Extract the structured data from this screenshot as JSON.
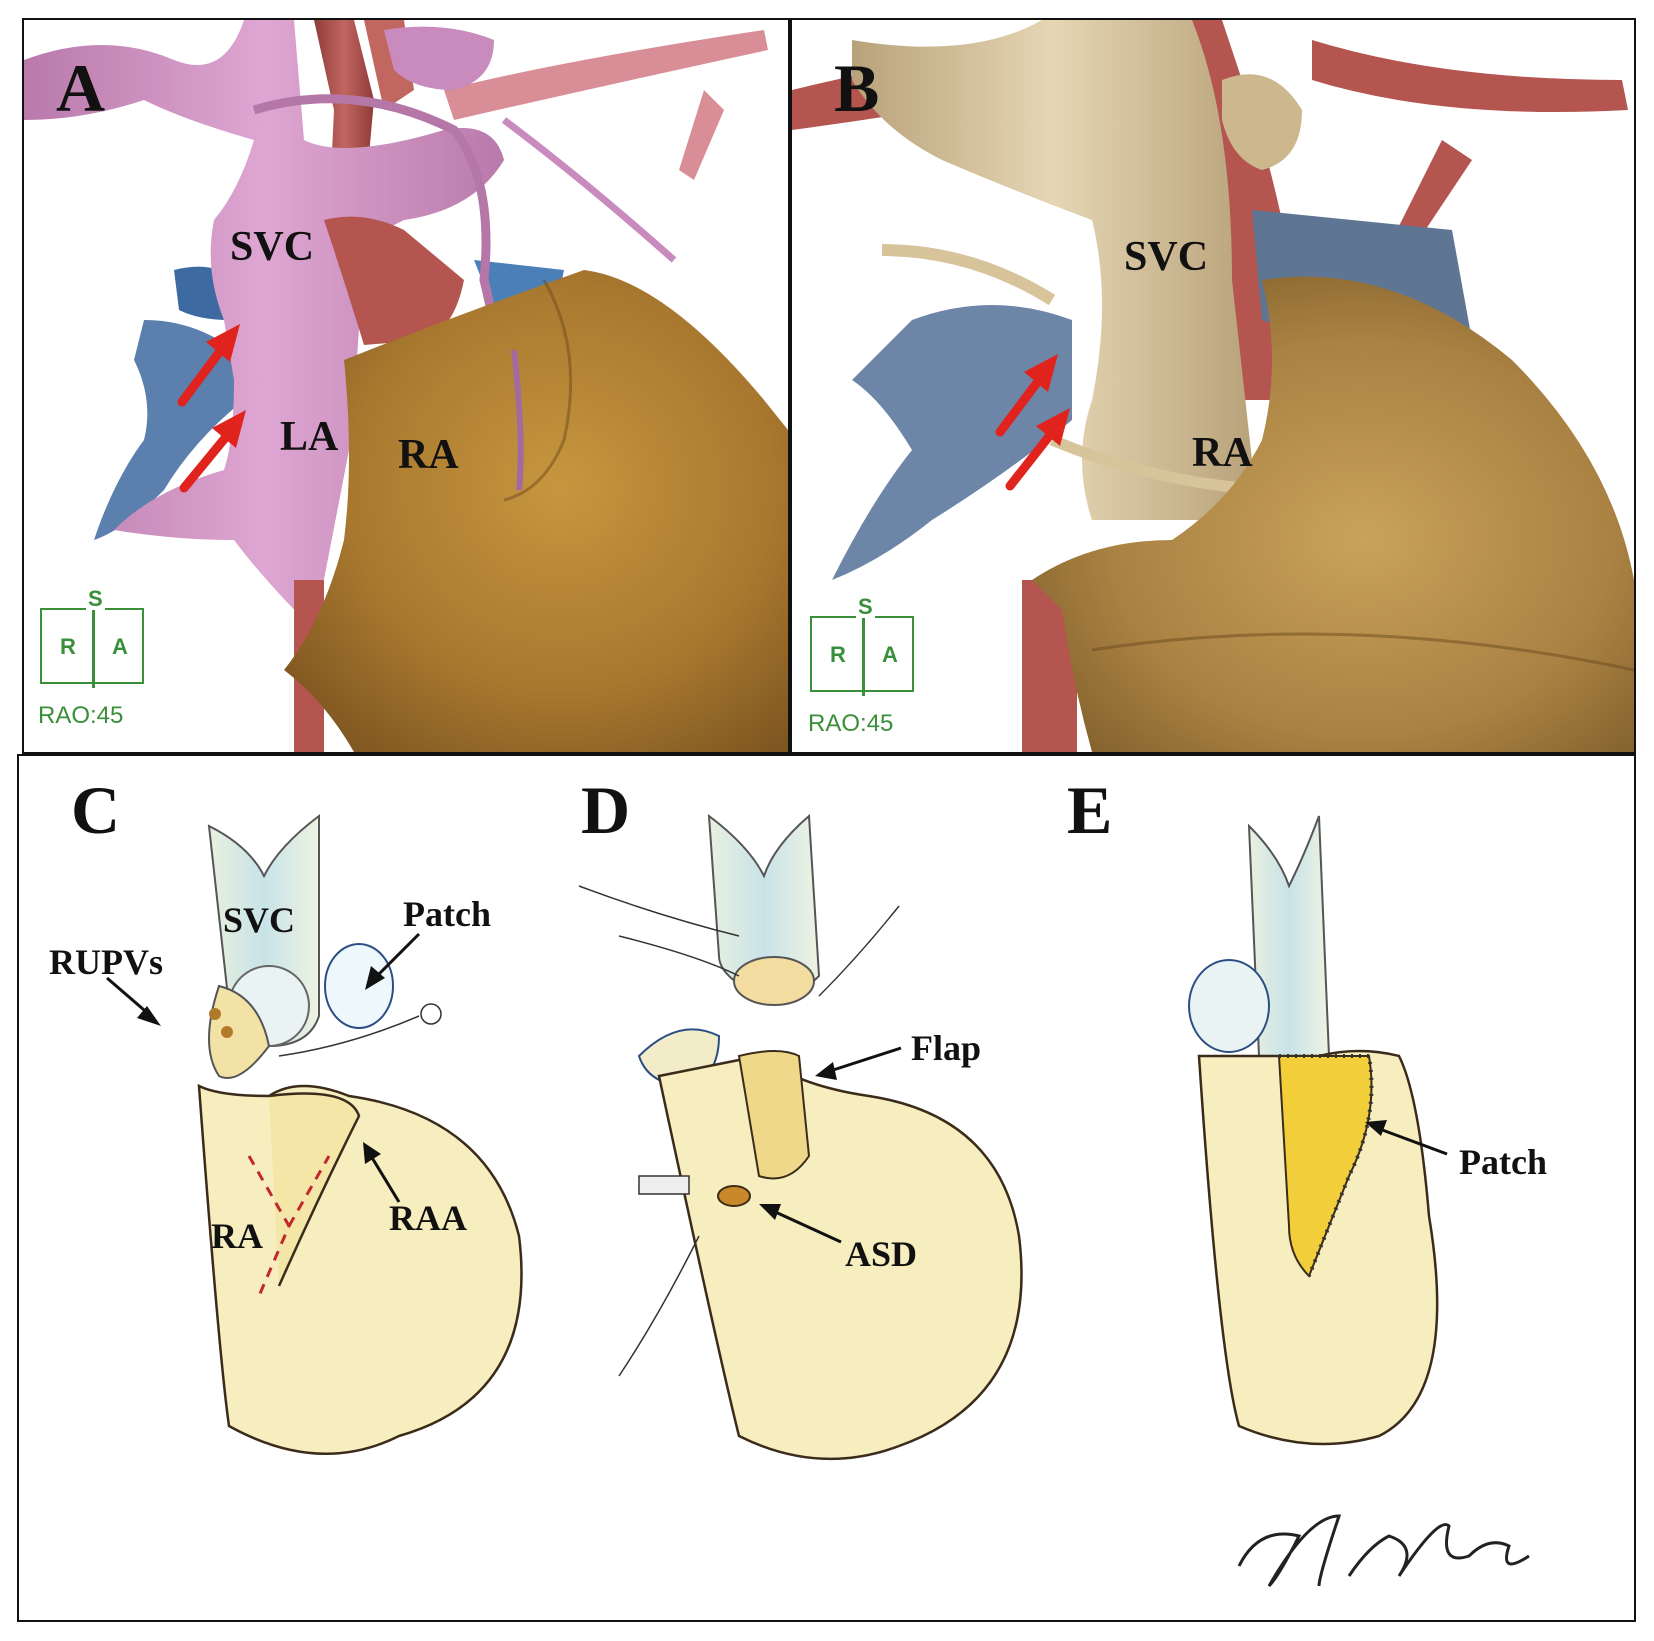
{
  "panels": {
    "a": {
      "letter": "A",
      "labels": {
        "svc": "SVC",
        "la": "LA",
        "ra": "RA"
      },
      "orientation": {
        "s": "S",
        "r": "R",
        "a": "A",
        "view": "RAO:45"
      }
    },
    "b": {
      "letter": "B",
      "labels": {
        "svc": "SVC",
        "ra": "RA"
      },
      "orientation": {
        "s": "S",
        "r": "R",
        "a": "A",
        "view": "RAO:45"
      }
    },
    "c": {
      "letter": "C",
      "labels": {
        "svc": "SVC",
        "patch": "Patch",
        "rupvs": "RUPVs",
        "ra": "RA",
        "raa": "RAA"
      }
    },
    "d": {
      "letter": "D",
      "labels": {
        "flap": "Flap",
        "asd": "ASD"
      }
    },
    "e": {
      "letter": "E",
      "labels": {
        "patch": "Patch"
      }
    }
  },
  "signature": "N. Nagata",
  "colors": {
    "arrow_red": "#e0231c",
    "orientation_green": "#3a8f3a",
    "atrium_brown": "#a8782f",
    "vein_pink": "#c98bbd",
    "vessel_blue": "#6d86a8",
    "artery_red": "#b4554f",
    "sketch_yellow": "#f3e6a6"
  }
}
